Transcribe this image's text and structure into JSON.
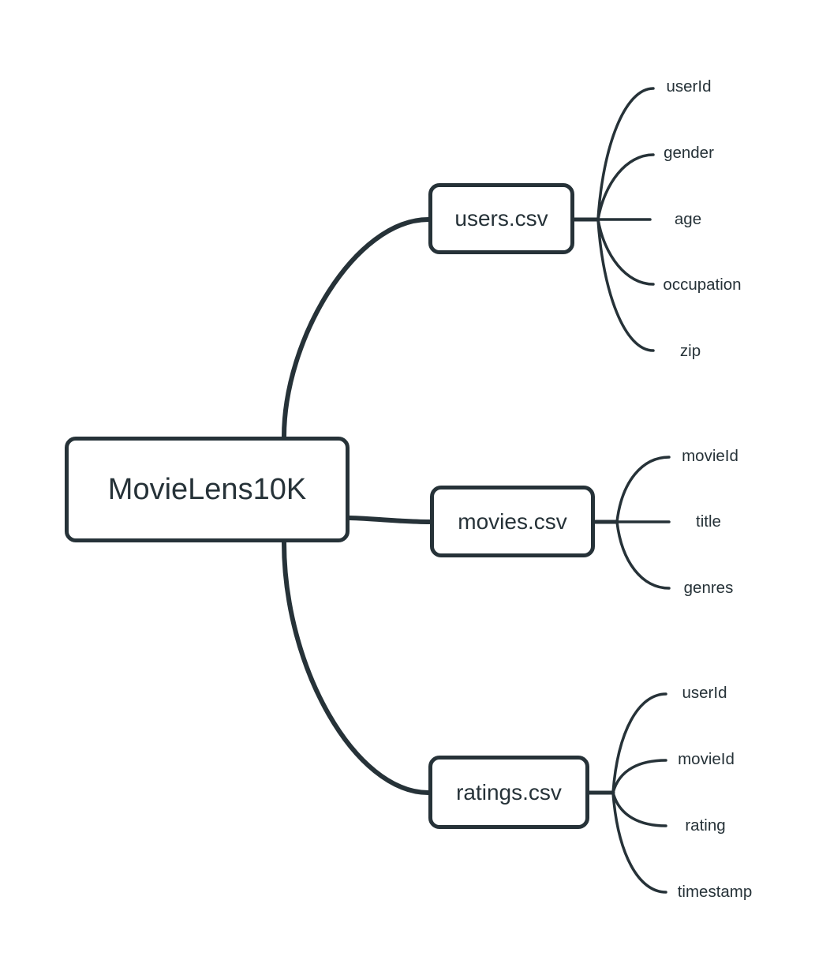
{
  "colors": {
    "stroke": "#263238",
    "text": "#263238",
    "background": "#ffffff",
    "node_fill": "#ffffff"
  },
  "root": {
    "label": "MovieLens10K"
  },
  "branches": [
    {
      "label": "users.csv",
      "children": [
        {
          "label": "userId"
        },
        {
          "label": "gender"
        },
        {
          "label": "age"
        },
        {
          "label": "occupation"
        },
        {
          "label": "zip"
        }
      ]
    },
    {
      "label": "movies.csv",
      "children": [
        {
          "label": "movieId"
        },
        {
          "label": "title"
        },
        {
          "label": "genres"
        }
      ]
    },
    {
      "label": "ratings.csv",
      "children": [
        {
          "label": "userId"
        },
        {
          "label": "movieId"
        },
        {
          "label": "rating"
        },
        {
          "label": "timestamp"
        }
      ]
    }
  ]
}
